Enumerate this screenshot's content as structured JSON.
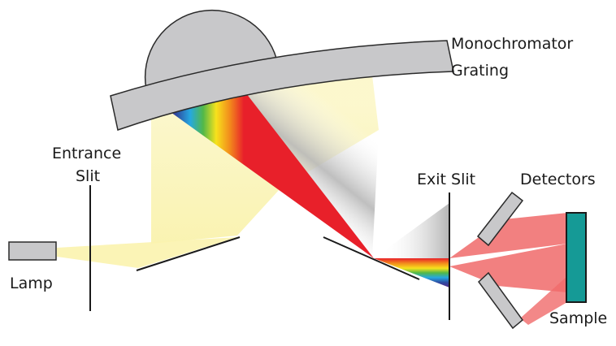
{
  "labels": {
    "monochromator": "Monochromator",
    "grating": "Grating",
    "entrance": "Entrance",
    "slit": "Slit",
    "exit_slit": "Exit Slit",
    "detectors": "Detectors",
    "lamp": "Lamp",
    "sample": "Sample"
  },
  "colors": {
    "component_gray": "#c8c8ca",
    "outline": "#2a2a2a",
    "lamp_beam": "#fbf5b8",
    "collimated_beam": "#f0eec8",
    "detector_beam": "#f06a6a",
    "sample_fill": "#159a96",
    "spectrum": [
      "#e8202a",
      "#f28a1c",
      "#f7e21c",
      "#52b848",
      "#26a8e0",
      "#2e4aa0",
      "#5a2a8c"
    ]
  }
}
